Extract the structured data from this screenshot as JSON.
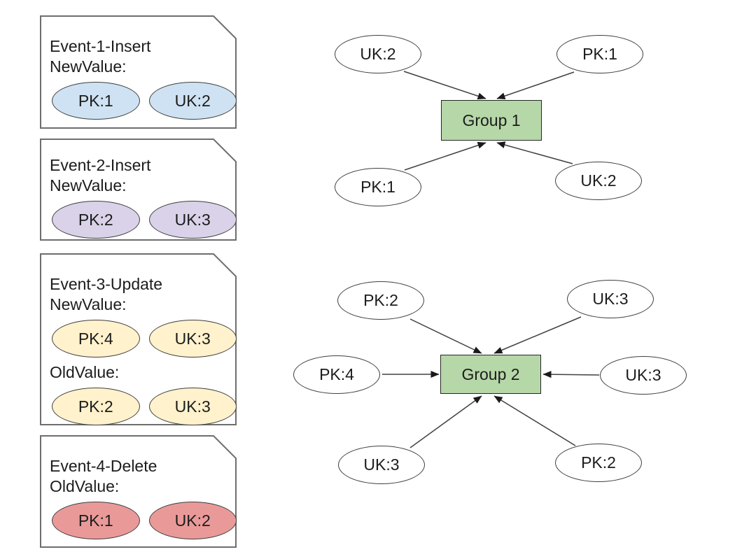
{
  "palette": {
    "event1_blue": "#cfe2f3",
    "event2_purple": "#d9d2e9",
    "event3_yellow": "#fff2cc",
    "event4_red": "#ea9999",
    "group_green": "#b6d7a8"
  },
  "events": [
    {
      "title": "Event-1-Insert",
      "sections": [
        {
          "label": "NewValue:",
          "values": [
            {
              "text": "PK:1",
              "color": "blue"
            },
            {
              "text": "UK:2",
              "color": "blue"
            }
          ]
        }
      ]
    },
    {
      "title": "Event-2-Insert",
      "sections": [
        {
          "label": "NewValue:",
          "values": [
            {
              "text": "PK:2",
              "color": "purple"
            },
            {
              "text": "UK:3",
              "color": "purple"
            }
          ]
        }
      ]
    },
    {
      "title": "Event-3-Update",
      "sections": [
        {
          "label": "NewValue:",
          "values": [
            {
              "text": "PK:4",
              "color": "yellow"
            },
            {
              "text": "UK:3",
              "color": "yellow"
            }
          ]
        },
        {
          "label": "OldValue:",
          "values": [
            {
              "text": "PK:2",
              "color": "yellow"
            },
            {
              "text": "UK:3",
              "color": "yellow"
            }
          ]
        }
      ]
    },
    {
      "title": "Event-4-Delete",
      "sections": [
        {
          "label": "OldValue:",
          "values": [
            {
              "text": "PK:1",
              "color": "red"
            },
            {
              "text": "UK:2",
              "color": "red"
            }
          ]
        }
      ]
    }
  ],
  "groups": [
    {
      "label": "Group 1",
      "nodes": [
        {
          "text": "UK:2",
          "color": "blue",
          "position": "top-left"
        },
        {
          "text": "PK:1",
          "color": "blue",
          "position": "top-right"
        },
        {
          "text": "PK:1",
          "color": "red",
          "position": "bottom-left"
        },
        {
          "text": "UK:2",
          "color": "red",
          "position": "bottom-right"
        }
      ]
    },
    {
      "label": "Group 2",
      "nodes": [
        {
          "text": "PK:2",
          "color": "yellow",
          "position": "top-left"
        },
        {
          "text": "UK:3",
          "color": "yellow",
          "position": "top-right"
        },
        {
          "text": "PK:4",
          "color": "yellow",
          "position": "left"
        },
        {
          "text": "UK:3",
          "color": "yellow",
          "position": "right"
        },
        {
          "text": "UK:3",
          "color": "purple",
          "position": "bottom-left"
        },
        {
          "text": "PK:2",
          "color": "purple",
          "position": "bottom-right"
        }
      ]
    }
  ]
}
